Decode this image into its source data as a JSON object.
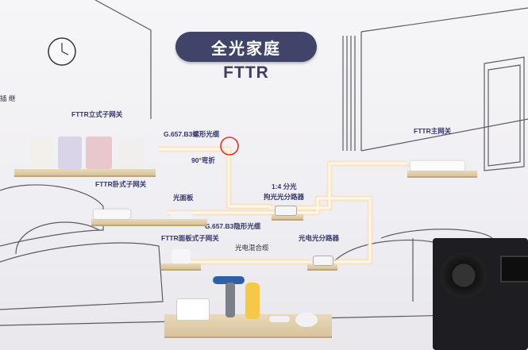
{
  "scene": {
    "title_badge": "全光家庭",
    "subtitle": "FTTR"
  },
  "labels": {
    "wall_partial": "插 继",
    "fttr_vertical": "FTTR立式子网关",
    "g657_spiral": "G.657.B3螺形光缆",
    "bend_90": "90°弯折",
    "fttr_main": "FTTR主网关",
    "fttr_horizontal": "FTTR卧式子网关",
    "optical_panel": "光面板",
    "splitter_line1": "1:4 分光",
    "splitter_line2": "拘光光分路器",
    "g657_invisible": "G.657.B3隐形光缆",
    "fttr_panel": "FTTR面板式子网关",
    "opto_elec_splitter": "光电光分路器",
    "hybrid_cable": "光电混合缆"
  },
  "colors": {
    "badge": "#3f4468",
    "fiber_glow": "#ffd9a0",
    "shelf": "#e2cfa9",
    "bend_circle": "#e03030"
  }
}
